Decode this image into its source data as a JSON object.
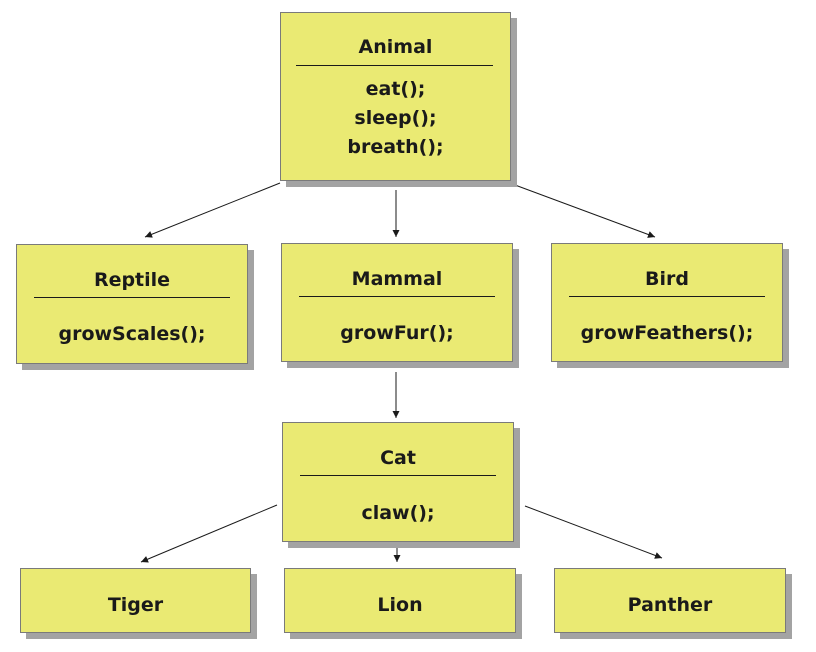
{
  "classes": {
    "animal": {
      "name": "Animal",
      "methods": [
        "eat();",
        "sleep();",
        "breath();"
      ]
    },
    "reptile": {
      "name": "Reptile",
      "methods": [
        "growScales();"
      ]
    },
    "mammal": {
      "name": "Mammal",
      "methods": [
        "growFur();"
      ]
    },
    "bird": {
      "name": "Bird",
      "methods": [
        "growFeathers();"
      ]
    },
    "cat": {
      "name": "Cat",
      "methods": [
        "claw();"
      ]
    },
    "tiger": {
      "name": "Tiger"
    },
    "lion": {
      "name": "Lion"
    },
    "panther": {
      "name": "Panther"
    }
  },
  "edges": [
    {
      "from": "animal",
      "to": "reptile"
    },
    {
      "from": "animal",
      "to": "mammal"
    },
    {
      "from": "animal",
      "to": "bird"
    },
    {
      "from": "mammal",
      "to": "cat"
    },
    {
      "from": "cat",
      "to": "tiger"
    },
    {
      "from": "cat",
      "to": "lion"
    },
    {
      "from": "cat",
      "to": "panther"
    }
  ],
  "colors": {
    "box_fill": "#eaea73",
    "box_shadow": "#a3a3a3",
    "box_border": "#7a7a7a",
    "text": "#1a1a1a",
    "line": "#1a1a1a"
  }
}
